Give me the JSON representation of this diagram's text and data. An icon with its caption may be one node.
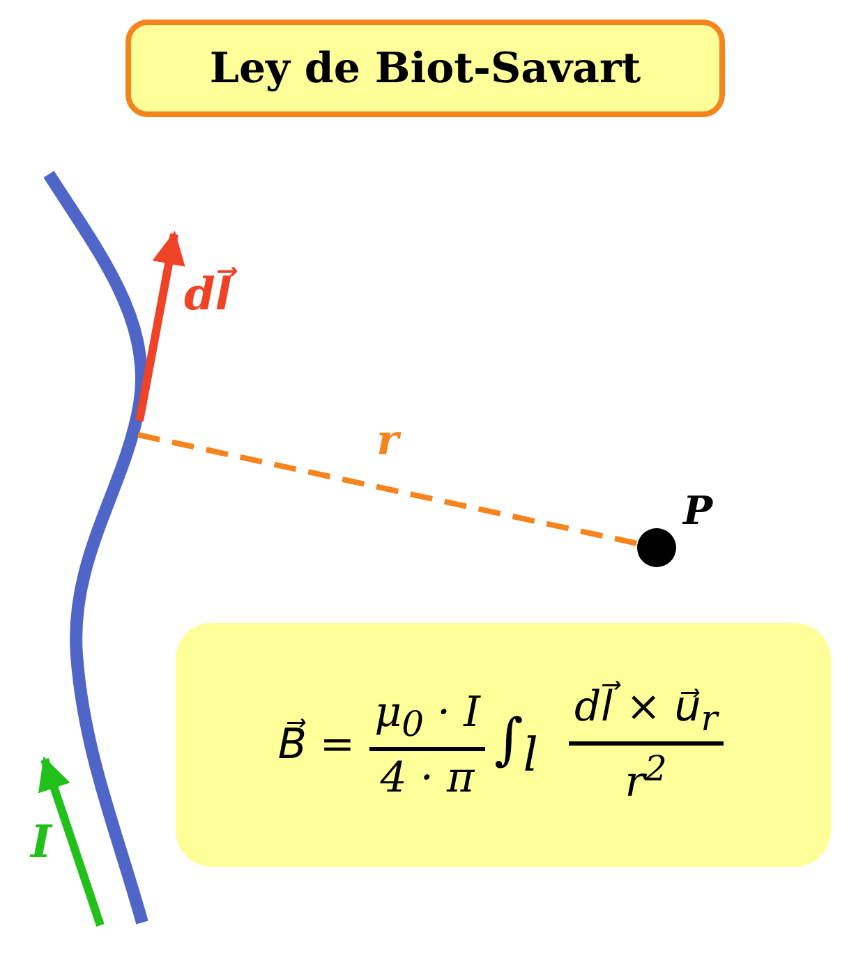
{
  "diagram": {
    "title": "Ley de Biot-Savart",
    "nodes": [
      {
        "text": [],
        "shape": "curve",
        "beside": [
          "dl⃗",
          "I"
        ]
      },
      {
        "text": [],
        "shape": "circle",
        "beside": [
          "P"
        ]
      },
      {
        "text": [
          "B⃗ =",
          "μ$_{0}$ · I",
          "4 · π",
          "∫$_{l}$",
          "dl⃗ × u⃗$_{r}$",
          "r$^{2}$"
        ]
      }
    ],
    "edges": [
      {
        "from": 0,
        "to": 1,
        "arrow": "none",
        "style": "dashed",
        "color": "#f5841f",
        "label": "r"
      }
    ]
  }
}
